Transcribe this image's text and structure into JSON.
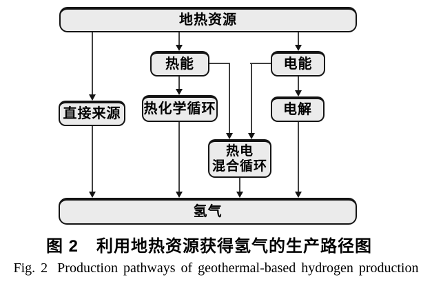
{
  "figure": {
    "nodes": {
      "geothermal": "地热资源",
      "thermal": "热能",
      "electric": "电能",
      "direct": "直接来源",
      "thermochemical": "热化学循环",
      "electrolysis": "电解",
      "hybrid_line1": "热电",
      "hybrid_line2": "混合循环",
      "hydrogen": "氢气"
    },
    "colors": {
      "box_fill": "#ebebeb",
      "box_border": "#141414",
      "connector": "#3f3f3f"
    }
  },
  "captions": {
    "zh_fig": "图 2",
    "zh_title": "利用地热资源获得氢气的生产路径图",
    "en_fig": "Fig. 2",
    "en_title": "Production pathways of geothermal-based hydrogen production"
  }
}
